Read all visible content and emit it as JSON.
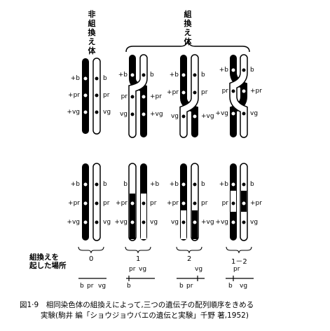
{
  "labels": {
    "non_recombinant": "非組換え体",
    "recombinant": "組換え体",
    "crossover_site": "組換えを\n起した場所",
    "caption_line1": "図1·9　相同染色体の組換えによって,三つの遺伝子の配列順序をきめる",
    "caption_line2": "実験(駒井 編「ショウジョウバエの遺伝と実験」千野 著,1952)"
  },
  "genes": {
    "plus_b": "+b",
    "b": "b",
    "plus_pr": "+pr",
    "pr": "pr",
    "plus_vg": "+vg",
    "vg": "vg"
  },
  "columns": [
    {
      "number": "0",
      "map_labels": [
        "b",
        "pr",
        "vg"
      ]
    },
    {
      "number": "1",
      "map_labels": [
        "pr",
        "vg",
        "b"
      ]
    },
    {
      "number": "2",
      "map_labels": [
        "vg",
        "b",
        "pr"
      ]
    },
    {
      "number": "1－2",
      "map_labels": [
        "pr",
        "b",
        "vg"
      ]
    }
  ],
  "colors": {
    "ink": "#000000",
    "paper": "#ffffff"
  }
}
